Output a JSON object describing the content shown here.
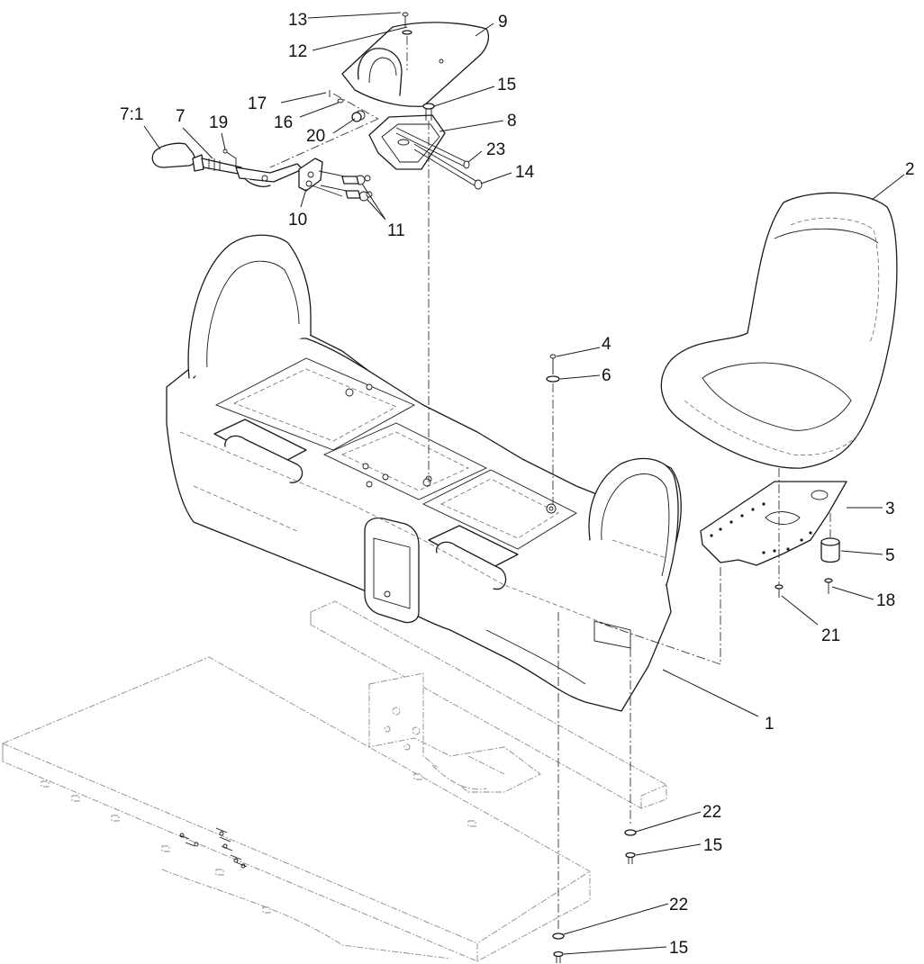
{
  "callouts": {
    "c1": "1",
    "c2": "2",
    "c3": "3",
    "c4": "4",
    "c5": "5",
    "c6": "6",
    "c7": "7",
    "c7_1": "7:1",
    "c8": "8",
    "c9": "9",
    "c10": "10",
    "c11": "11",
    "c12": "12",
    "c13": "13",
    "c14": "14",
    "c15a": "15",
    "c15b": "15",
    "c15c": "15",
    "c16": "16",
    "c17": "17",
    "c18": "18",
    "c19": "19",
    "c20": "20",
    "c21": "21",
    "c22a": "22",
    "c22b": "22",
    "c23": "23"
  },
  "colors": {
    "line": "#1a1a1a",
    "phantom": "#8a8a8a",
    "background": "#ffffff"
  }
}
